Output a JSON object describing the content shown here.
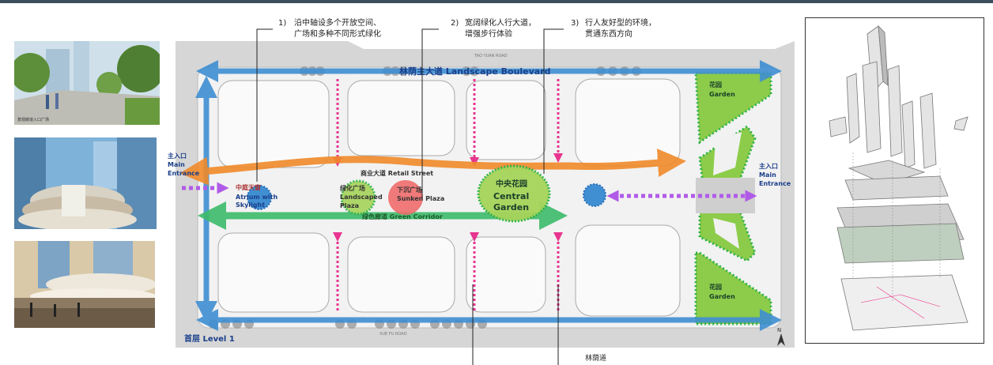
{
  "callouts": [
    {
      "num": "1)",
      "line1": "沿中轴设多个开放空间、",
      "line2": "广场和多种不同形式绿化"
    },
    {
      "num": "2)",
      "line1": "宽阔绿化人行大道，",
      "line2": "增强步行体验"
    },
    {
      "num": "3)",
      "line1": "行人友好型的环境，",
      "line2": "贯通东西方向"
    }
  ],
  "plan": {
    "boulevard": "林荫主大道  Landscape Boulevard",
    "retail_street": "商业大道 Retail Street",
    "green_corridor": "绿色廊道 Green Corridor",
    "entrance_left_cn": "主入口",
    "entrance_left_en1": "Main",
    "entrance_left_en2": "Entrance",
    "entrance_right_cn": "主入口",
    "entrance_right_en1": "Main",
    "entrance_right_en2": "Entrance",
    "atrium_cn": "中庭天窗",
    "atrium_en1": "Atrium with",
    "atrium_en2": "Skylight",
    "landscaped_cn": "绿化广场",
    "landscaped_en1": "Landscaped",
    "landscaped_en2": "Plaza",
    "sunken_cn": "下沉广场",
    "sunken_en": "Sunken Plaza",
    "central_cn": "中央花园",
    "central_en1": "Central",
    "central_en2": "Garden",
    "garden_top_cn": "花园",
    "garden_top_en": "Garden",
    "garden_bottom_cn": "花园",
    "garden_bottom_en": "Garden",
    "level_label": "首层   Level 1",
    "road_top": "TAO YUAN ROAD",
    "road_bottom": "XUE FU ROAD",
    "bottom_label": "林荫道",
    "north": "N"
  },
  "photos": {
    "caption1": "景观廊道入口广场"
  },
  "colors": {
    "boulevard": "#3f8fd2",
    "retail": "#f08a2a",
    "corridor": "#3dbb6a",
    "purple": "#b05be8",
    "pink": "#e8358f",
    "garden": "#8ccc4a",
    "sunken": "#f06b6b"
  }
}
